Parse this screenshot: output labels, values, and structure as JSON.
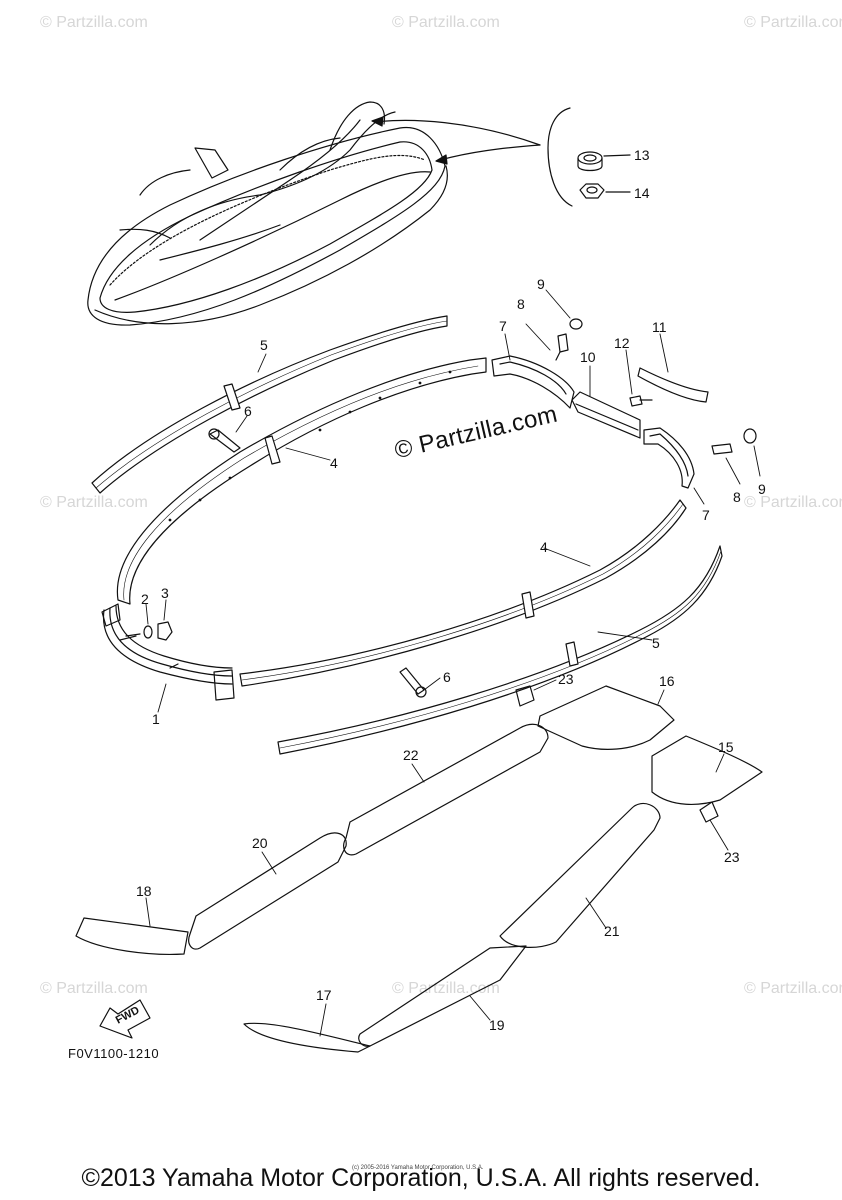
{
  "watermarks": {
    "small": "© Partzilla.com",
    "center": "© Partzilla.com"
  },
  "callouts": [
    {
      "id": "c1",
      "text": "1"
    },
    {
      "id": "c2",
      "text": "2"
    },
    {
      "id": "c3",
      "text": "3"
    },
    {
      "id": "c4a",
      "text": "4"
    },
    {
      "id": "c4b",
      "text": "4"
    },
    {
      "id": "c5a",
      "text": "5"
    },
    {
      "id": "c5b",
      "text": "5"
    },
    {
      "id": "c6a",
      "text": "6"
    },
    {
      "id": "c6b",
      "text": "6"
    },
    {
      "id": "c7a",
      "text": "7"
    },
    {
      "id": "c7b",
      "text": "7"
    },
    {
      "id": "c8a",
      "text": "8"
    },
    {
      "id": "c8b",
      "text": "8"
    },
    {
      "id": "c9a",
      "text": "9"
    },
    {
      "id": "c9b",
      "text": "9"
    },
    {
      "id": "c10",
      "text": "10"
    },
    {
      "id": "c11",
      "text": "11"
    },
    {
      "id": "c12",
      "text": "12"
    },
    {
      "id": "c13",
      "text": "13"
    },
    {
      "id": "c14",
      "text": "14"
    },
    {
      "id": "c15",
      "text": "15"
    },
    {
      "id": "c16",
      "text": "16"
    },
    {
      "id": "c17",
      "text": "17"
    },
    {
      "id": "c18",
      "text": "18"
    },
    {
      "id": "c19",
      "text": "19"
    },
    {
      "id": "c20",
      "text": "20"
    },
    {
      "id": "c21",
      "text": "21"
    },
    {
      "id": "c22",
      "text": "22"
    },
    {
      "id": "c23a",
      "text": "23"
    },
    {
      "id": "c23b",
      "text": "23"
    }
  ],
  "fwd_label": "FWD",
  "figure_code": "F0V1100-1210",
  "tiny_copyright": "(c) 2005-2016 Yamaha Motor Corporation, U.S.A.",
  "footer": "©2013 Yamaha Motor Corporation, U.S.A. All rights reserved."
}
